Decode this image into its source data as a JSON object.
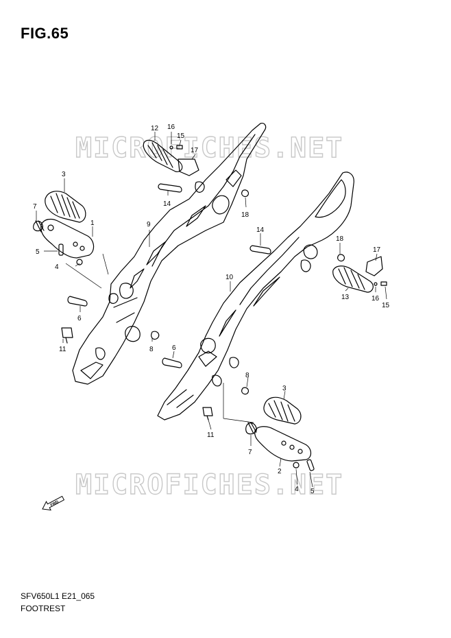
{
  "figure": {
    "title": "FIG.65"
  },
  "footer": {
    "code": "SFV650L1 E21_065",
    "caption": "FOOTREST"
  },
  "watermark": "MICROFICHES.NET",
  "fwd_label": "FWD",
  "callouts": [
    "1",
    "2",
    "3",
    "3",
    "4",
    "4",
    "5",
    "5",
    "6",
    "6",
    "7",
    "7",
    "8",
    "8",
    "9",
    "10",
    "11",
    "11",
    "12",
    "13",
    "14",
    "14",
    "15",
    "15",
    "16",
    "16",
    "17",
    "17",
    "18",
    "18"
  ]
}
